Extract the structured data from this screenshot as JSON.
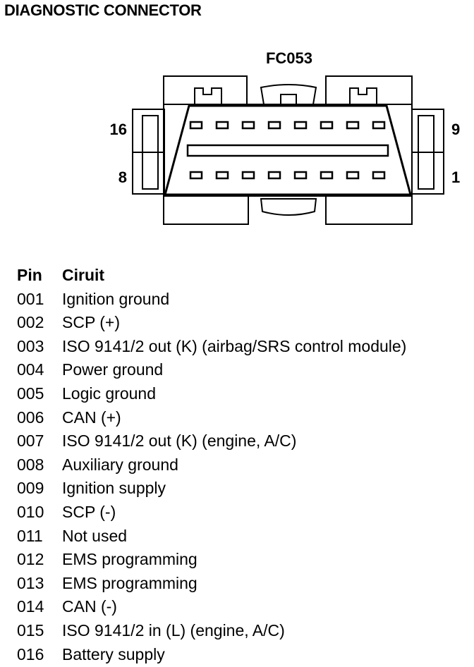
{
  "page": {
    "title": "DIAGNOSTIC CONNECTOR"
  },
  "connector": {
    "label": "FC053",
    "pin_labels": {
      "top_left": "16",
      "bottom_left": "8",
      "top_right": "9",
      "bottom_right": "1"
    },
    "pins_per_row": 8
  },
  "table": {
    "headers": {
      "pin": "Pin",
      "circuit": "Ciruit"
    },
    "rows": [
      {
        "pin": "001",
        "circuit": "Ignition ground"
      },
      {
        "pin": "002",
        "circuit": "SCP (+)"
      },
      {
        "pin": "003",
        "circuit": "ISO 9141/2 out (K) (airbag/SRS control module)"
      },
      {
        "pin": "004",
        "circuit": "Power ground"
      },
      {
        "pin": "005",
        "circuit": "Logic ground"
      },
      {
        "pin": "006",
        "circuit": "CAN (+)"
      },
      {
        "pin": "007",
        "circuit": "ISO 9141/2 out (K) (engine, A/C)"
      },
      {
        "pin": "008",
        "circuit": "Auxiliary ground"
      },
      {
        "pin": "009",
        "circuit": "Ignition supply"
      },
      {
        "pin": "010",
        "circuit": "SCP (-)"
      },
      {
        "pin": "011",
        "circuit": "Not used"
      },
      {
        "pin": "012",
        "circuit": "EMS programming"
      },
      {
        "pin": "013",
        "circuit": "EMS programming"
      },
      {
        "pin": "014",
        "circuit": "CAN (-)"
      },
      {
        "pin": "015",
        "circuit": "ISO 9141/2 in (L) (engine, A/C)"
      },
      {
        "pin": "016",
        "circuit": "Battery supply"
      }
    ]
  }
}
